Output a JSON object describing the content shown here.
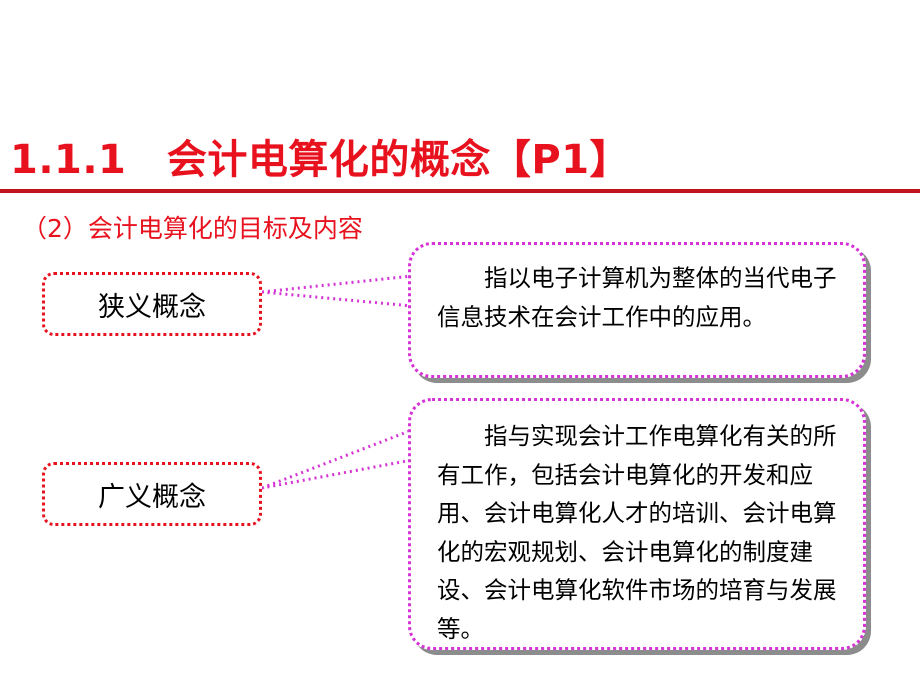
{
  "slide": {
    "title": "1.1.1　会计电算化的概念【P1】",
    "subtitle": "（2）会计电算化的目标及内容"
  },
  "concepts": [
    {
      "label": "狭义概念",
      "definition": "指以电子计算机为整体的当代电子信息技术在会计工作中的应用。"
    },
    {
      "label": "广义概念",
      "definition": "指与实现会计工作电算化有关的所有工作，包括会计电算化的开发和应用、会计电算化人才的培训、会计电算化的宏观规划、会计电算化的制度建设、会计电算化软件市场的培育与发展等。"
    }
  ],
  "colors": {
    "title": "#e8121f",
    "rule": "#c0141c",
    "concept_border": "#e8121f",
    "callout_border": "#d633d6",
    "callout_shadow": "#8c8c8c"
  }
}
